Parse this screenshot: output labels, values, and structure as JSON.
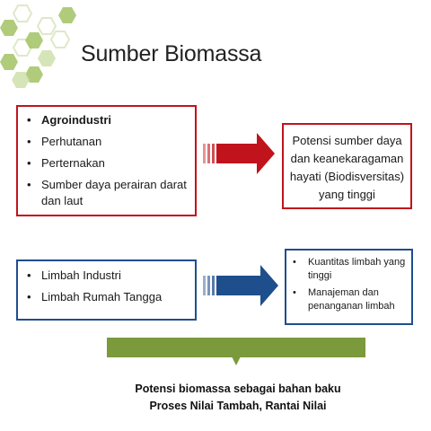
{
  "title": "Sumber Biomassa",
  "colors": {
    "red": "#c0131c",
    "blue": "#1f4e8c",
    "green": "#7a9a3c",
    "hex_green": "#a8c66c"
  },
  "sources": {
    "items": [
      "Agroindustri",
      "Perhutanan",
      "Perternakan",
      "Sumber daya perairan darat dan laut"
    ]
  },
  "potential": {
    "text": "Potensi sumber daya dan keanekaragaman hayati (Biodisversitas) yang tinggi"
  },
  "waste": {
    "items": [
      "Limbah Industri",
      "Limbah Rumah Tangga"
    ]
  },
  "waste_outcome": {
    "items": [
      "Kuantitas limbah yang tinggi",
      "Manajeman dan penanganan limbah"
    ]
  },
  "result": {
    "line1": "Potensi biomassa sebagai bahan baku",
    "line2": "Proses Nilai Tambah, Rantai Nilai"
  }
}
